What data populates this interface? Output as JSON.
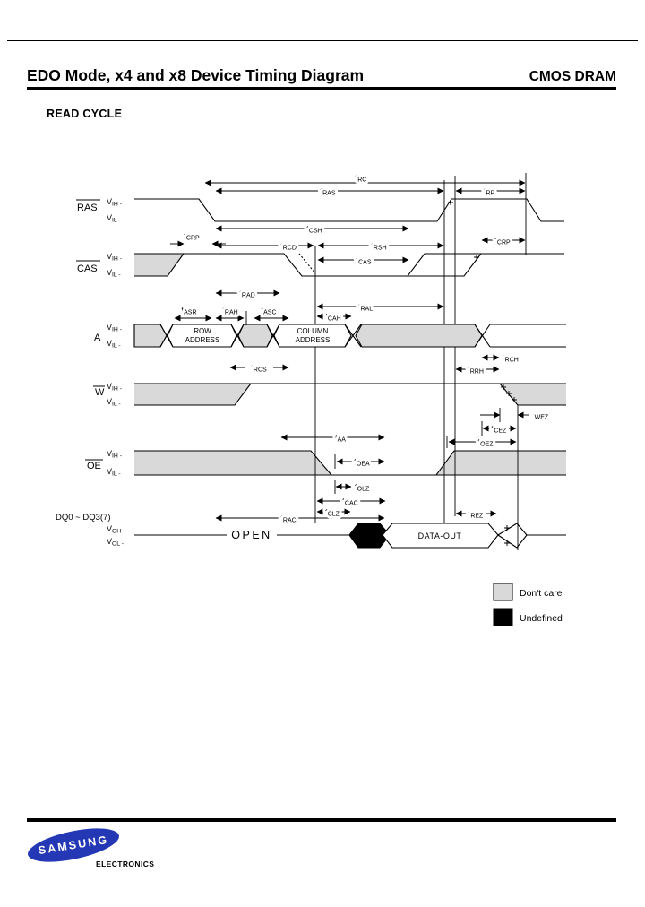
{
  "header": {
    "title": "EDO Mode, x4 and x8 Device Timing Diagram",
    "product": "CMOS DRAM"
  },
  "section_title": "READ CYCLE",
  "diagram": {
    "signals": {
      "ras": {
        "name": "RAS",
        "vih": "VIH -",
        "vil": "VIL -"
      },
      "cas": {
        "name": "CAS",
        "vih": "VIH -",
        "vil": "VIL -"
      },
      "addr": {
        "name": "A",
        "vih": "VIH -",
        "vil": "VIL -"
      },
      "we": {
        "name": "W",
        "vih": "VIH -",
        "vil": "VIL -"
      },
      "oe": {
        "name": "OE",
        "vih": "VIH -",
        "vil": "VIL -"
      },
      "dq": {
        "name": "DQ0 ~ DQ3(7)",
        "voh": "VOH -",
        "vol": "VOL -"
      }
    },
    "bus": {
      "row1": "ROW",
      "row2": "ADDRESS",
      "col1": "COLUMN",
      "col2": "ADDRESS",
      "open": "OPEN",
      "data_out": "DATA-OUT"
    },
    "timing": {
      "trc": "tRC",
      "tras": "tRAS",
      "trp": "tRP",
      "tcsh": "tCSH",
      "tcrp": "tCRP",
      "trcd": "tRCD",
      "trsh": "tRSH",
      "tcas": "tCAS",
      "trad": "tRAD",
      "tasr": "tASR",
      "trah": "tRAH",
      "tasc": "tASC",
      "tcah": "tCAH",
      "tral": "tRAL",
      "trcs": "tRCS",
      "trrh": "tRRH",
      "trch": "tRCH",
      "twez": "tWEZ",
      "tcez": "tCEZ",
      "toez": "tOEZ",
      "taa": "tAA",
      "toea": "tOEA",
      "tolz": "tOLZ",
      "tcac": "tCAC",
      "tclz": "tCLZ",
      "trac": "tRAC",
      "trez": "tREZ"
    },
    "legend": {
      "dont_care": "Don't care",
      "undefined": "Undefined"
    },
    "colors": {
      "line": "#000000",
      "dont_care_fill": "#d9d9d9",
      "undefined_fill": "#000000"
    }
  },
  "footer": {
    "brand": "SAMSUNG",
    "division": "ELECTRONICS",
    "brand_color": "#2438b5",
    "brand_text_color": "#ffffff"
  }
}
